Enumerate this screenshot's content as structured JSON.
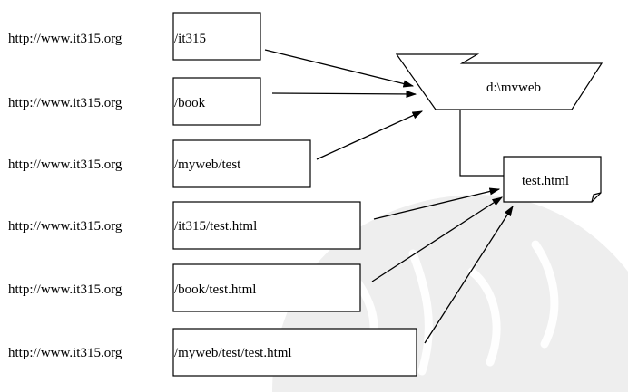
{
  "rows": [
    {
      "host": "http://www.it315.org",
      "path": "/it315"
    },
    {
      "host": "http://www.it315.org",
      "path": "/book"
    },
    {
      "host": "http://www.it315.org",
      "path": "/myweb/test"
    },
    {
      "host": "http://www.it315.org",
      "path": "/it315/test.html"
    },
    {
      "host": "http://www.it315.org",
      "path": "/book/test.html"
    },
    {
      "host": "http://www.it315.org",
      "path": "/myweb/test/test.html"
    }
  ],
  "folder": {
    "label": "d:\\mvweb"
  },
  "file": {
    "label": "test.html"
  }
}
